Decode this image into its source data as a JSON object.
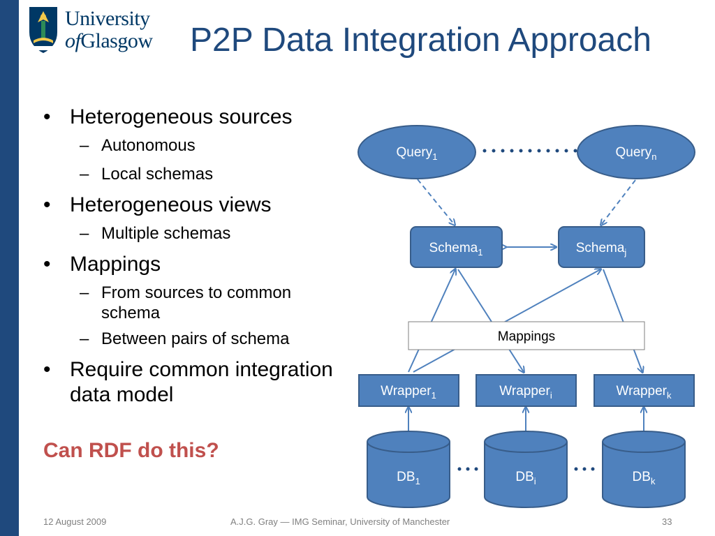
{
  "colors": {
    "left_bar": "#1f497d",
    "title": "#1f497d",
    "node_fill": "#4f81bd",
    "node_stroke": "#385d8a",
    "callout": "#c0504d",
    "footer": "#808080"
  },
  "logo": {
    "line1": "University",
    "of": "of",
    "line2": "Glasgow",
    "icon": "university-crest-icon"
  },
  "title": "P2P Data Integration Approach",
  "bullets": [
    {
      "text": "Heterogeneous sources",
      "subs": [
        "Autonomous",
        "Local schemas"
      ]
    },
    {
      "text": "Heterogeneous views",
      "subs": [
        "Multiple schemas"
      ]
    },
    {
      "text": "Mappings",
      "subs": [
        "From sources to common schema",
        "Between pairs of schema"
      ]
    },
    {
      "text": "Require common integration data model",
      "subs": []
    }
  ],
  "sub_dash": "–",
  "callout": "Can RDF do this?",
  "diagram": {
    "query1": {
      "base": "Query",
      "sub": "1"
    },
    "queryn": {
      "base": "Query",
      "sub": "n"
    },
    "schema1": {
      "base": "Schema",
      "sub": "1"
    },
    "schemaj": {
      "base": "Schema",
      "sub": "j"
    },
    "mappings": "Mappings",
    "wrapper1": {
      "base": "Wrapper",
      "sub": "1"
    },
    "wrapperi": {
      "base": "Wrapper",
      "sub": "i"
    },
    "wrapperk": {
      "base": "Wrapper",
      "sub": "k"
    },
    "db1": {
      "base": "DB",
      "sub": "1"
    },
    "dbi": {
      "base": "DB",
      "sub": "i"
    },
    "dbk": {
      "base": "DB",
      "sub": "k"
    }
  },
  "footer": {
    "date": "12 August 2009",
    "center": "A.J.G. Gray — IMG Seminar, University of Manchester",
    "page": "33"
  }
}
